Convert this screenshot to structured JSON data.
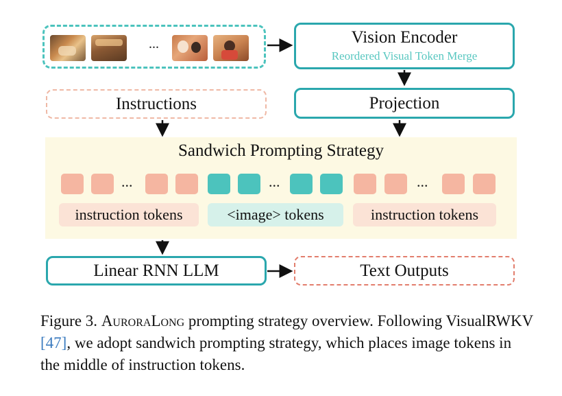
{
  "diagram": {
    "vision_encoder": {
      "title": "Vision Encoder",
      "subtitle": "Reordered Visual Token Merge"
    },
    "instructions": "Instructions",
    "projection": "Projection",
    "frames_ellipsis": "...",
    "sandwich": {
      "title": "Sandwich Prompting Strategy",
      "ellipsis": "...",
      "left_label": "instruction tokens",
      "middle_label": "<image> tokens",
      "right_label": "instruction tokens"
    },
    "llm": "Linear RNN LLM",
    "outputs": "Text Outputs",
    "colors": {
      "teal": "#4cc3bd",
      "teal_border": "#2aa7ad",
      "peach": "#f5b6a1",
      "sandwich_bg": "#fdf9e3",
      "output_border": "#e27d6c"
    }
  },
  "caption": {
    "prefix": "Figure 3. ",
    "name_a": "Aurora",
    "name_b": "Long",
    "part1": " prompting strategy overview. Following VisualRWKV ",
    "ref": "[47]",
    "part2": ", we adopt sandwich prompting strategy, which places image tokens in the middle of instruction tokens."
  }
}
